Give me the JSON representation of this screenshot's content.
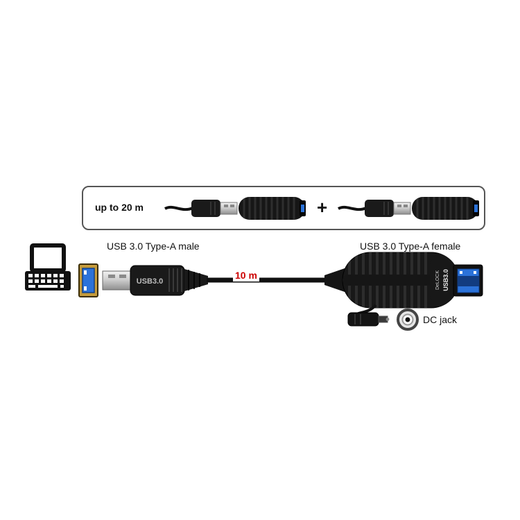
{
  "top_box": {
    "length_label": "up to 20 m",
    "plus": "+"
  },
  "diagram": {
    "male_label": "USB 3.0 Type-A male",
    "female_label": "USB 3.0 Type-A female",
    "cable_length": "10 m",
    "dc_label": "DC jack",
    "male_plug_print": "USB3.0",
    "adapter_print": "USB3.0",
    "adapter_brand": "DeLOCK",
    "colors": {
      "accent_red": "#cc0000",
      "usb_blue": "#2b72d9",
      "port_gold": "#c49a3a",
      "plastic_black": "#181818"
    }
  }
}
